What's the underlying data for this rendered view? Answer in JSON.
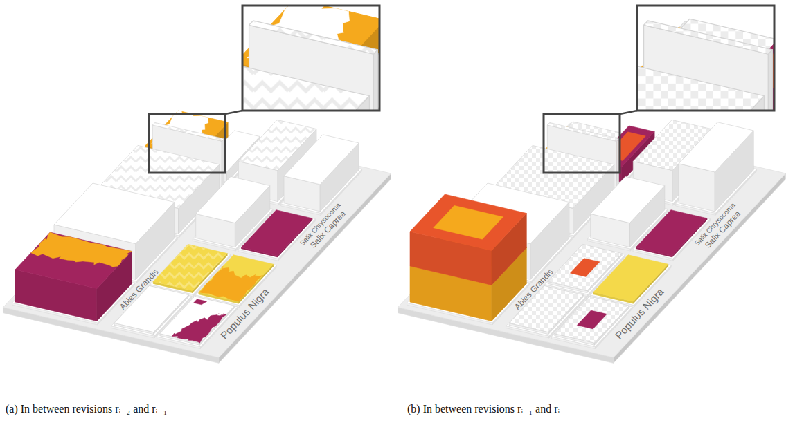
{
  "diagram": {
    "labels": [
      "Abies Grandis",
      "Salix Chrysocoma",
      "Salix Caprea",
      "Populus Nigra",
      "Abies Grandis",
      "Salix Chrysocoma",
      "Salix Caprea",
      "Populus Nigra",
      "(a) In between revisions rᵢ₋₂ and rᵢ₋₁",
      "(b) In between revisions rᵢ₋₁ and rᵢ"
    ]
  }
}
